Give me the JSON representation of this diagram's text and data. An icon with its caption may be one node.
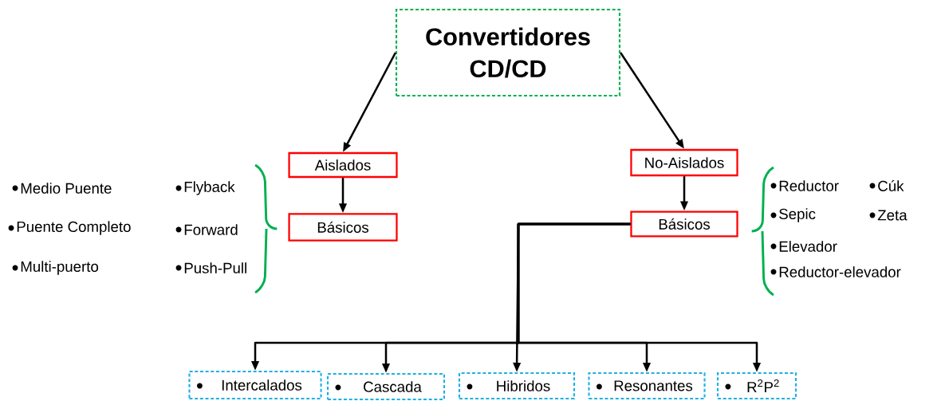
{
  "diagram": {
    "nodes": [
      {
        "text": [
          "Convertidores CD/CD"
        ]
      },
      {
        "text": [
          "Aislados"
        ]
      },
      {
        "text": [
          "Básicos"
        ]
      },
      {
        "text": [
          "No-Aislados"
        ]
      },
      {
        "text": [
          "Básicos"
        ]
      },
      {
        "text": [
          "Intercalados"
        ]
      },
      {
        "text": [
          "Cascada"
        ]
      },
      {
        "text": [
          "Hibridos"
        ]
      },
      {
        "text": [
          "Resonantes"
        ]
      },
      {
        "text": [
          "R$^{2}$P$^{2}$"
        ]
      }
    ],
    "edges": [
      {
        "from": 0,
        "to": 1,
        "arrow": "to"
      },
      {
        "from": 0,
        "to": 3,
        "arrow": "to"
      },
      {
        "from": 1,
        "to": 2,
        "arrow": "to"
      },
      {
        "from": 3,
        "to": 4,
        "arrow": "to"
      },
      {
        "from": 4,
        "to": 5,
        "arrow": "to"
      },
      {
        "from": 4,
        "to": 6,
        "arrow": "to"
      },
      {
        "from": 4,
        "to": 7,
        "arrow": "to"
      },
      {
        "from": 4,
        "to": 8,
        "arrow": "to"
      },
      {
        "from": 4,
        "to": 9,
        "arrow": "to"
      }
    ],
    "labels": [
      "Medio Puente",
      "Flyback",
      "Puente Completo",
      "Forward",
      "Multi-puerto",
      "Push-Pull",
      "Reductor",
      "Cúk",
      "Sepic",
      "Zeta",
      "Elevador",
      "Reductor-elevador"
    ]
  }
}
